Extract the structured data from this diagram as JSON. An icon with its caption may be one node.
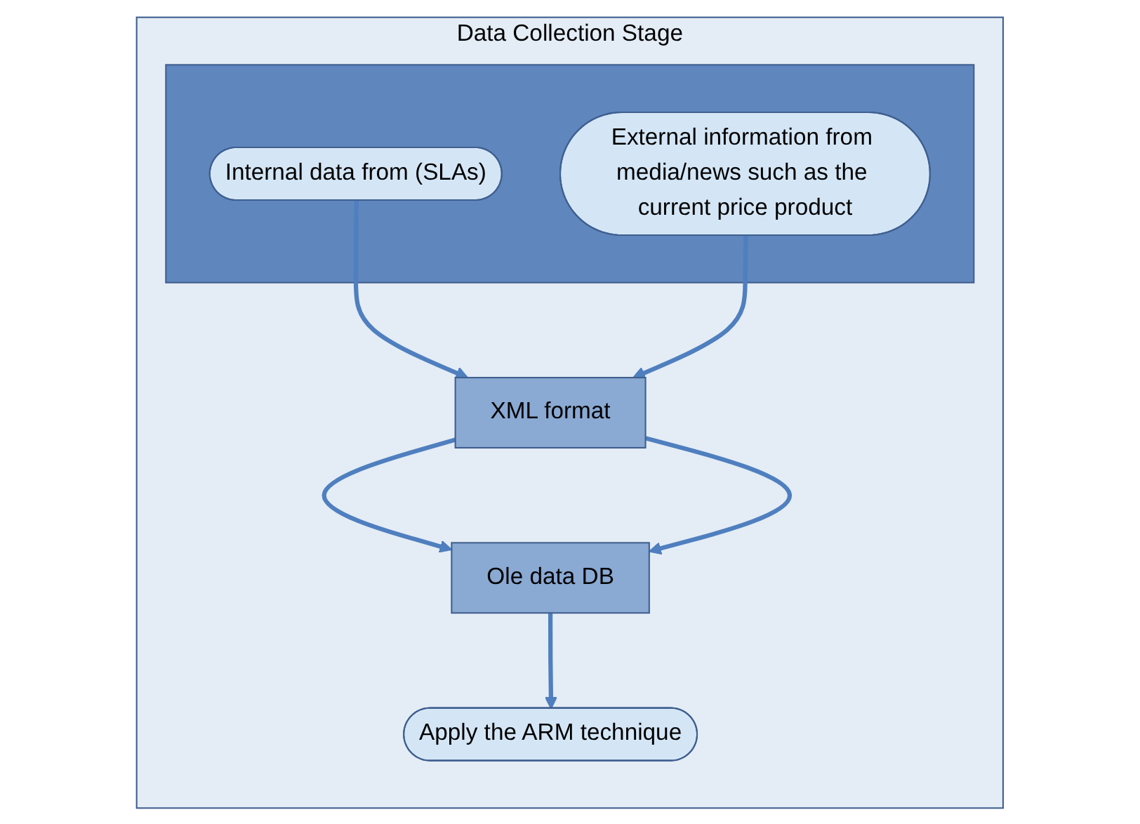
{
  "diagram": {
    "nodes": [
      {
        "text": [
          "Data Collection Stage"
        ]
      },
      {
        "text": [],
        "shape": "box",
        "in": 0
      },
      {
        "text": [
          "Internal data from (SLAs)"
        ],
        "in": 1
      },
      {
        "text": [
          "External information from media/news such as the current price product"
        ],
        "in": 1
      },
      {
        "text": [
          "XML format"
        ],
        "in": 0
      },
      {
        "text": [
          "Ole data DB"
        ],
        "in": 0
      },
      {
        "text": [
          "Apply the ARM technique"
        ],
        "in": 0
      }
    ],
    "edges": [
      {
        "from": 2,
        "to": 4,
        "arrow": "to"
      },
      {
        "from": 3,
        "to": 4,
        "arrow": "to"
      },
      {
        "from": 4,
        "to": 5,
        "arrow": "to"
      },
      {
        "from": 4,
        "to": 5,
        "arrow": "to"
      },
      {
        "from": 5,
        "to": 6,
        "arrow": "to"
      }
    ]
  }
}
